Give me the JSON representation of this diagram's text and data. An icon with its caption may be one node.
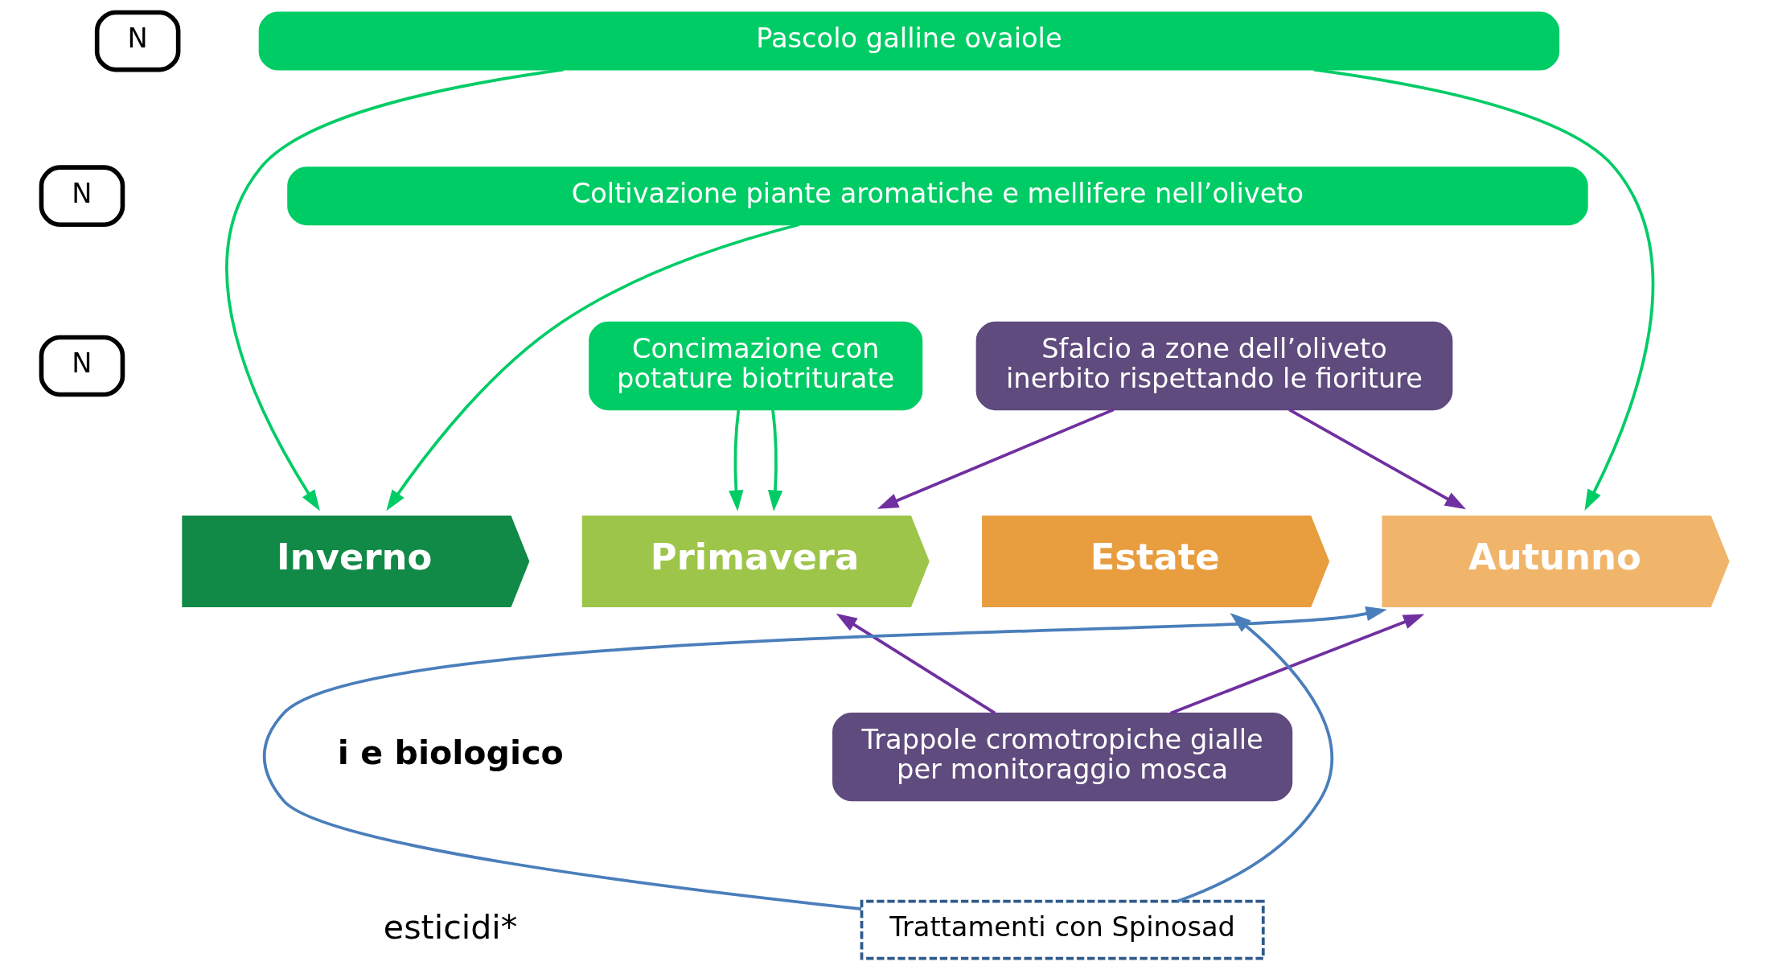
{
  "diagram": {
    "nodes": [
      {
        "text": [
          "Pascolo galline ovaiole"
        ]
      },
      {
        "text": [
          "N"
        ]
      },
      {
        "text": [
          "Coltivazione piante aromatiche e mellifere nell’oliveto"
        ]
      },
      {
        "text": [
          "N"
        ]
      },
      {
        "text": [
          "N"
        ]
      },
      {
        "text": [
          "Concimazione con potature biotriturate"
        ]
      },
      {
        "text": [
          "Sfalcio a zone dell’oliveto inerbito rispettando le fioriture"
        ]
      },
      {
        "text": [
          "Inverno"
        ]
      },
      {
        "text": [
          "Primavera"
        ]
      },
      {
        "text": [
          "Estate"
        ]
      },
      {
        "text": [
          "Autunno"
        ]
      },
      {
        "text": [
          "Trappole cromotropiche gialle per monitoraggio mosca"
        ]
      },
      {
        "text": [
          "Trattamenti con Spinosad"
        ]
      }
    ],
    "edges": [
      {
        "from": 0,
        "to": 7,
        "arrow": "to"
      },
      {
        "from": 2,
        "to": 7,
        "arrow": "to"
      },
      {
        "from": 0,
        "to": 10,
        "arrow": "to"
      },
      {
        "from": 5,
        "to": 8,
        "arrow": "to"
      },
      {
        "from": 5,
        "to": 8,
        "arrow": "to"
      },
      {
        "from": 6,
        "to": 8,
        "arrow": "to",
        "color": "#7030a0"
      },
      {
        "from": 6,
        "to": 10,
        "arrow": "to",
        "color": "#7030a0"
      },
      {
        "from": 11,
        "to": 8,
        "arrow": "to",
        "color": "#7030a0"
      },
      {
        "from": 11,
        "to": 10,
        "arrow": "to",
        "color": "#7030a0"
      },
      {
        "from": 12,
        "to": 9,
        "arrow": "to",
        "color": "#4a7ebb"
      },
      {
        "from": 12,
        "to": 10,
        "arrow": "to",
        "color": "#4a7ebb"
      }
    ],
    "labels": [
      "i e biologico",
      "esticidi*"
    ]
  }
}
